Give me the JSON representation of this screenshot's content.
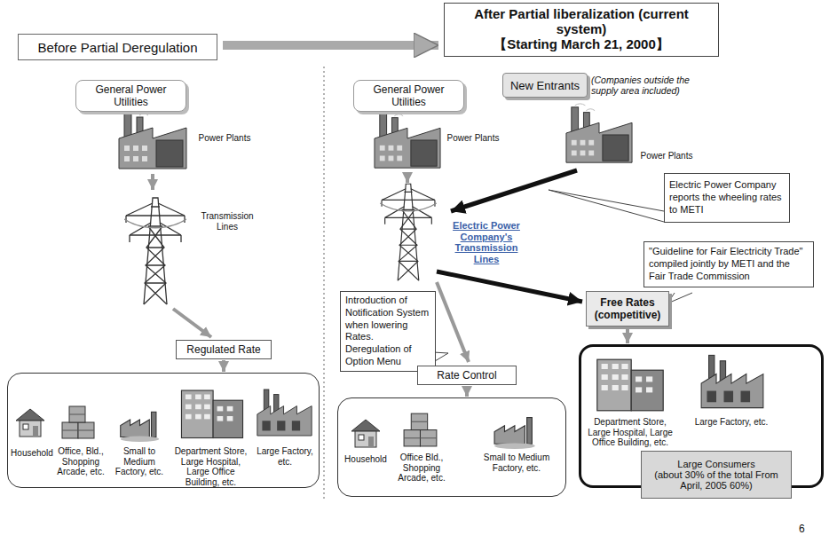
{
  "diagram": {
    "nodes": [
      {
        "text": [
          "Before Partial Deregulation"
        ]
      },
      {
        "text": [
          "After Partial liberalization (current system)",
          "【Starting March 21, 2000】"
        ]
      },
      {
        "text": [
          "General Power Utilities"
        ]
      },
      {
        "text": [
          "General Power Utilities"
        ]
      },
      {
        "text": [
          "New Entrants"
        ]
      },
      {
        "text": [
          "Regulated Rate"
        ]
      },
      {
        "text": []
      },
      {
        "text": [
          "Introduction of Notification System when lowering Rates. Deregulation of Option Menu"
        ]
      },
      {
        "text": [
          "Electric Power Company reports the wheeling rates to METI"
        ]
      },
      {
        "text": [
          "Rate Control"
        ]
      },
      {
        "text": [
          "\"Guideline for Fair Electricity Trade\" compiled jointly by METI and the Fair Trade Commission"
        ]
      },
      {
        "text": [
          "Free Rates (competitive)"
        ]
      },
      {
        "text": []
      },
      {
        "text": []
      },
      {
        "text": [
          "Large Consumers",
          "(about 30% of the total From April, 2005 60%)"
        ]
      }
    ],
    "edges": [
      {
        "from": 0,
        "to": 1,
        "arrow": "to"
      },
      {
        "from": 5,
        "to": 6,
        "arrow": "to"
      },
      {
        "from": 9,
        "to": 12,
        "arrow": "to"
      },
      {
        "from": 11,
        "to": 13,
        "arrow": "to"
      }
    ],
    "labels": [
      "Power Plants",
      "Transmission Lines",
      "Household",
      "Office, Bld., Shopping Arcade, etc.",
      "Small to Medium Factory, etc.",
      "Department Store, Large Hospital, Large Office Building, etc.",
      "Large Factory, etc.",
      "Power Plants",
      "(Companies outside the supply area included)",
      "Power Plants",
      "Electric Power Company's Transmission Lines",
      "Household",
      "Office Bld., Shopping Arcade, etc.",
      "Small to Medium Factory, etc.",
      "Department Store, Large Hospital, Large Office Building, etc.",
      "Large Factory, etc.",
      "6"
    ]
  }
}
